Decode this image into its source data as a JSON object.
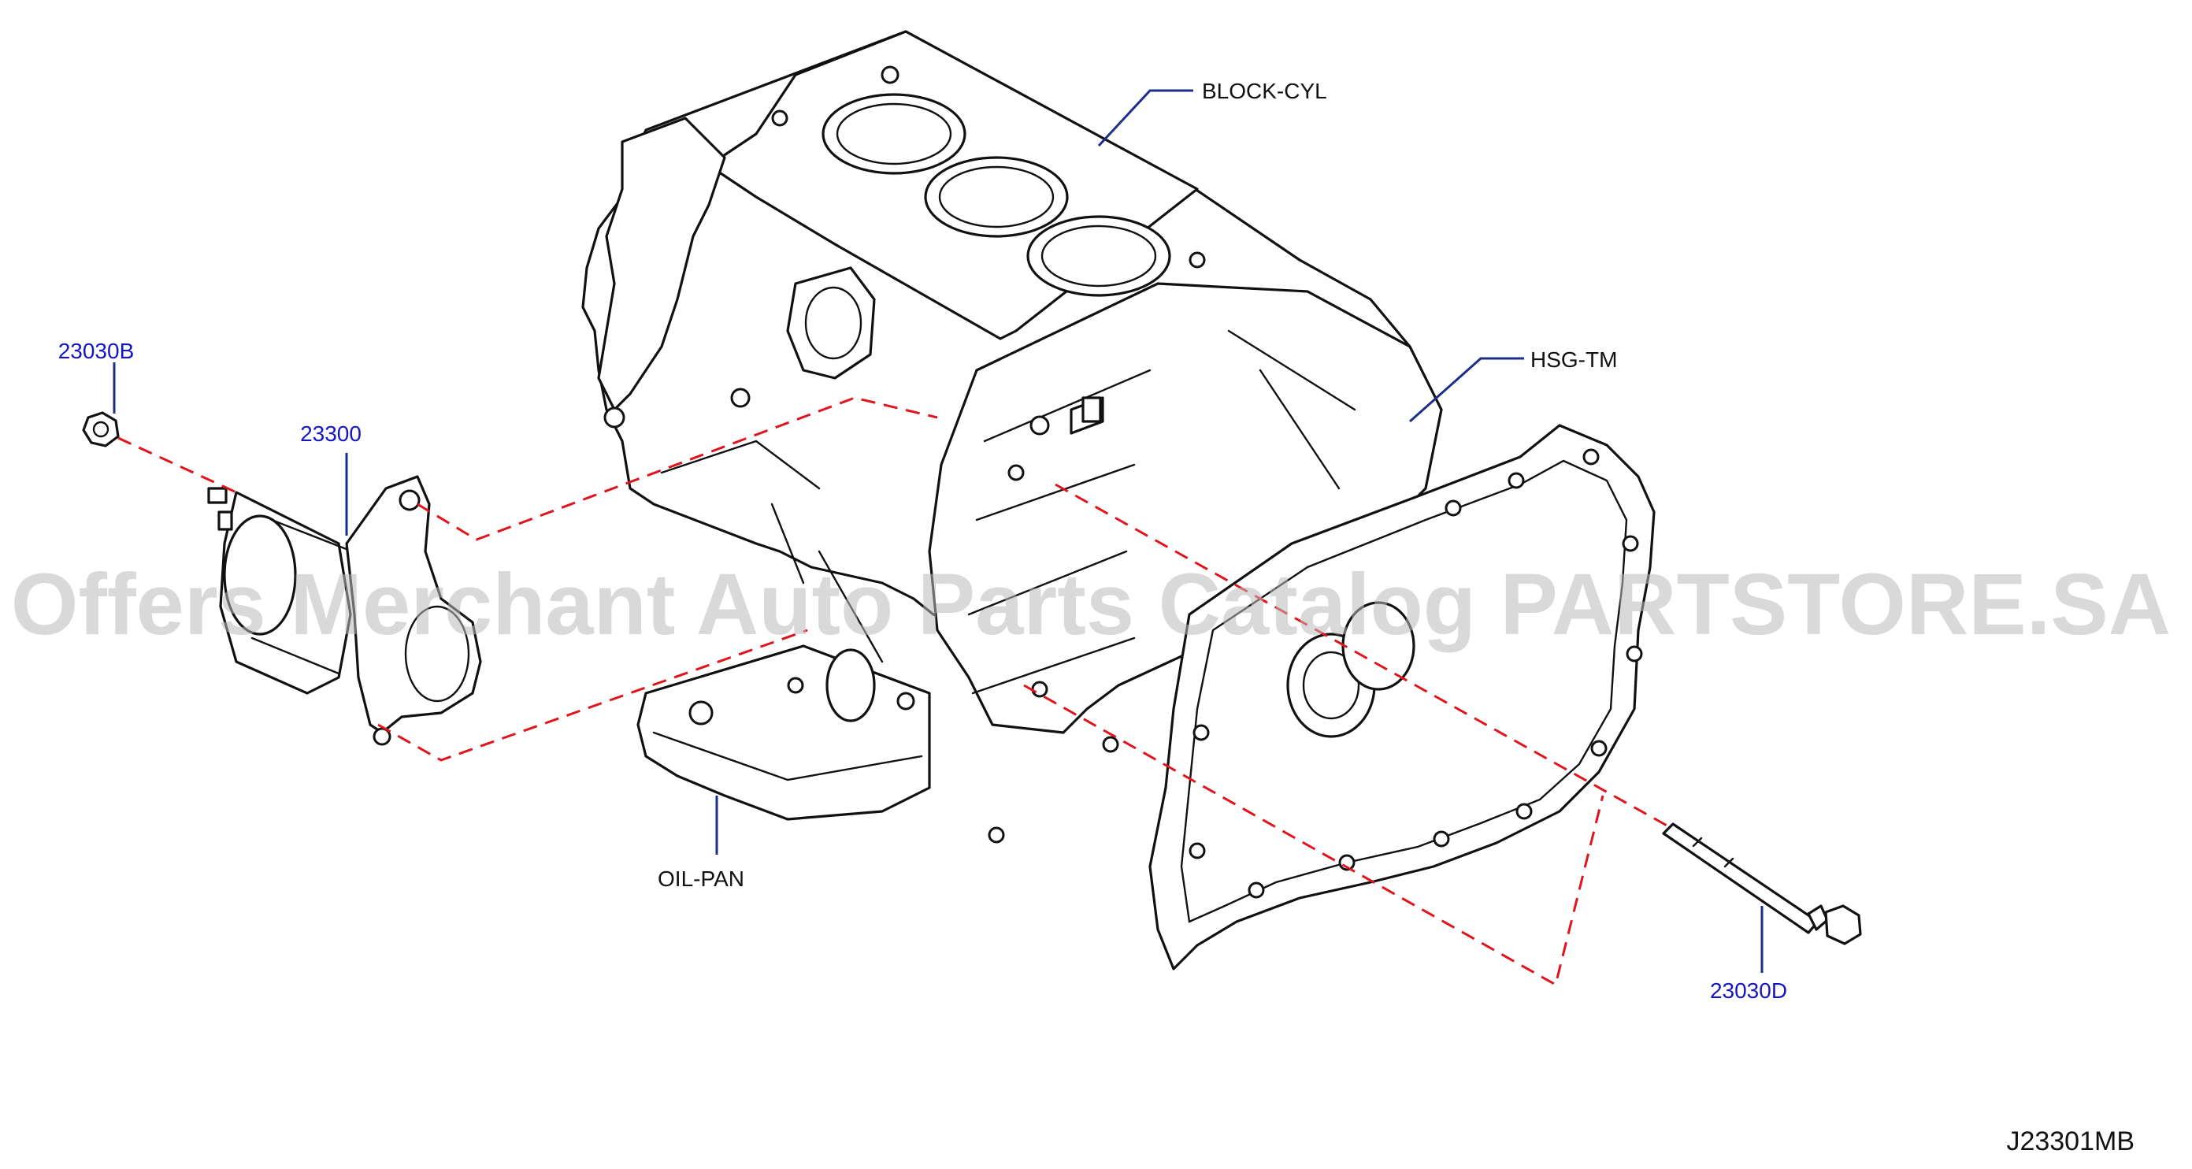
{
  "diagram": {
    "code": "J23301MB",
    "watermark": "Offers Merchant Auto Parts Catalog PARTSTORE.SA",
    "parts": [
      {
        "ref": "23030B",
        "kind": "part-number"
      },
      {
        "ref": "23300",
        "kind": "part-number"
      },
      {
        "ref": "23030D",
        "kind": "part-number"
      }
    ],
    "components": [
      {
        "name": "BLOCK-CYL"
      },
      {
        "name": "HSG-TM"
      },
      {
        "name": "OIL-PAN"
      }
    ],
    "colors": {
      "part_ref": "#1515c8",
      "leader": "#1b2f8a",
      "assembly_line": "#e0141c",
      "outline": "#111111",
      "watermark": "#b9b9b9"
    }
  }
}
